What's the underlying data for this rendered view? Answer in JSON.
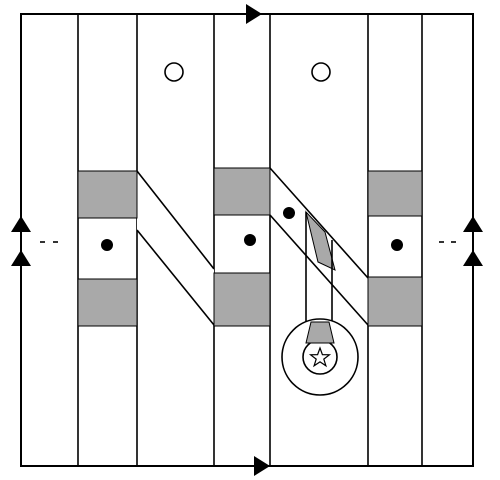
{
  "diagram": {
    "colors": {
      "stroke": "#000000",
      "shaded_block": "#a9a9a9",
      "background": "#ffffff"
    },
    "elements": {
      "outer_square": "square frame",
      "edge_arrows": [
        "top",
        "bottom",
        "left",
        "right"
      ],
      "vertical_strips": 3,
      "diagonal_bands": 2,
      "filled_dots": 4,
      "open_circles": 2,
      "marked_point_icon": "star-icon",
      "continuation_marks": [
        "left",
        "right"
      ]
    }
  }
}
